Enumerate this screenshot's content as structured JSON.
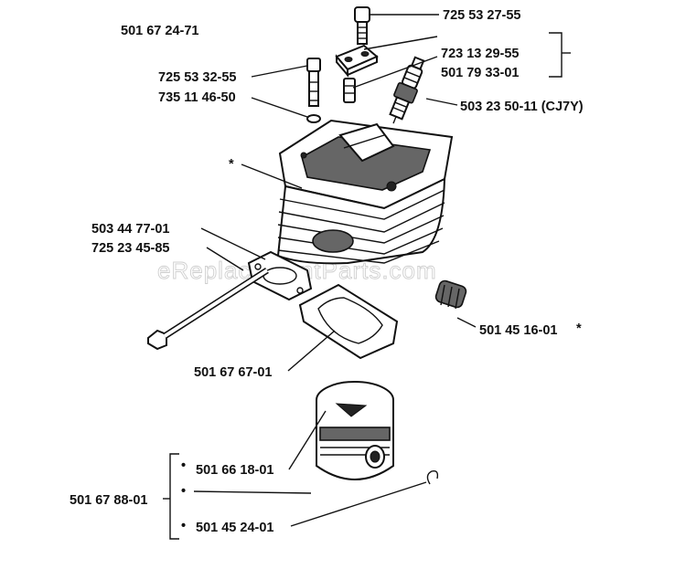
{
  "watermark": "eReplacementParts.com",
  "assembly_number": "501 67 24-71",
  "callouts": {
    "screw_top": "725 53 27-55",
    "plate": "723 13 29-55",
    "plate_screw": "501 79 33-01",
    "bolt_left": "725 53 32-55",
    "washer": "735 11 46-50",
    "spark_plug": "503 23 50-11 (CJ7Y)",
    "gasket_small": "503 44 77-01",
    "long_bolt": "725 23 45-85",
    "bearing": "501 45 16-01",
    "base_gasket": "501 67 67-01",
    "piston_kit": "501 67 88-01",
    "piston": "501 66 18-01",
    "circlip": "501 45 24-01"
  },
  "markers": {
    "asterisk": "*",
    "dot": "•"
  }
}
